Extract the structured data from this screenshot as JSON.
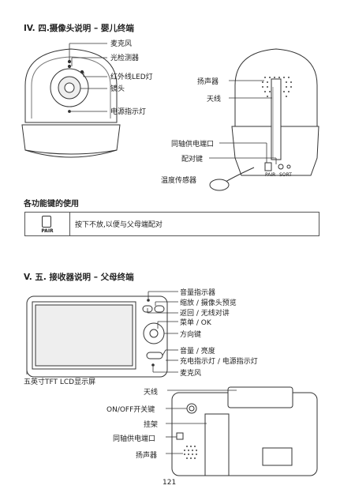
{
  "section_iv": {
    "title": "IV. 四.摄像头说明 – 婴儿终端",
    "labels": {
      "microphone": "麦克风",
      "light_sensor": "光检测器",
      "ir_led": "红外线LED灯",
      "lens": "镜头",
      "power_indicator": "电源指示灯",
      "speaker": "扬声器",
      "antenna": "天线",
      "coax_port": "同轴供电端口",
      "pair_key": "配对键",
      "temp_sensor": "温度传感器"
    },
    "tiny_labels": {
      "pair": "PAIR",
      "sort": "SORT"
    }
  },
  "func_keys": {
    "title": "各功能键的使用",
    "rows": [
      {
        "icon_label": "PAIR",
        "description": "按下不放,以便与父母端配对"
      }
    ]
  },
  "section_v": {
    "title": "V. 五. 接收器说明 – 父母终端",
    "labels": {
      "volume_indicator": "音量指示器",
      "zoom_preview": "缩放 / 摄像头预览",
      "back_intercom": "返回 / 无线对讲",
      "menu_ok": "菜单 / OK",
      "direction": "方向键",
      "volume_brightness": "音量 / 亮度",
      "charge_power_indicator": "充电指示灯 / 电源指示灯",
      "microphone": "麦克风",
      "screen": "五英寸TFT LCD显示屏",
      "antenna": "天线",
      "onoff_switch": "ON/OFF开关键",
      "stand": "挂架",
      "coax_port": "同轴供电端口",
      "speaker": "扬声器"
    }
  },
  "page_number": "121"
}
